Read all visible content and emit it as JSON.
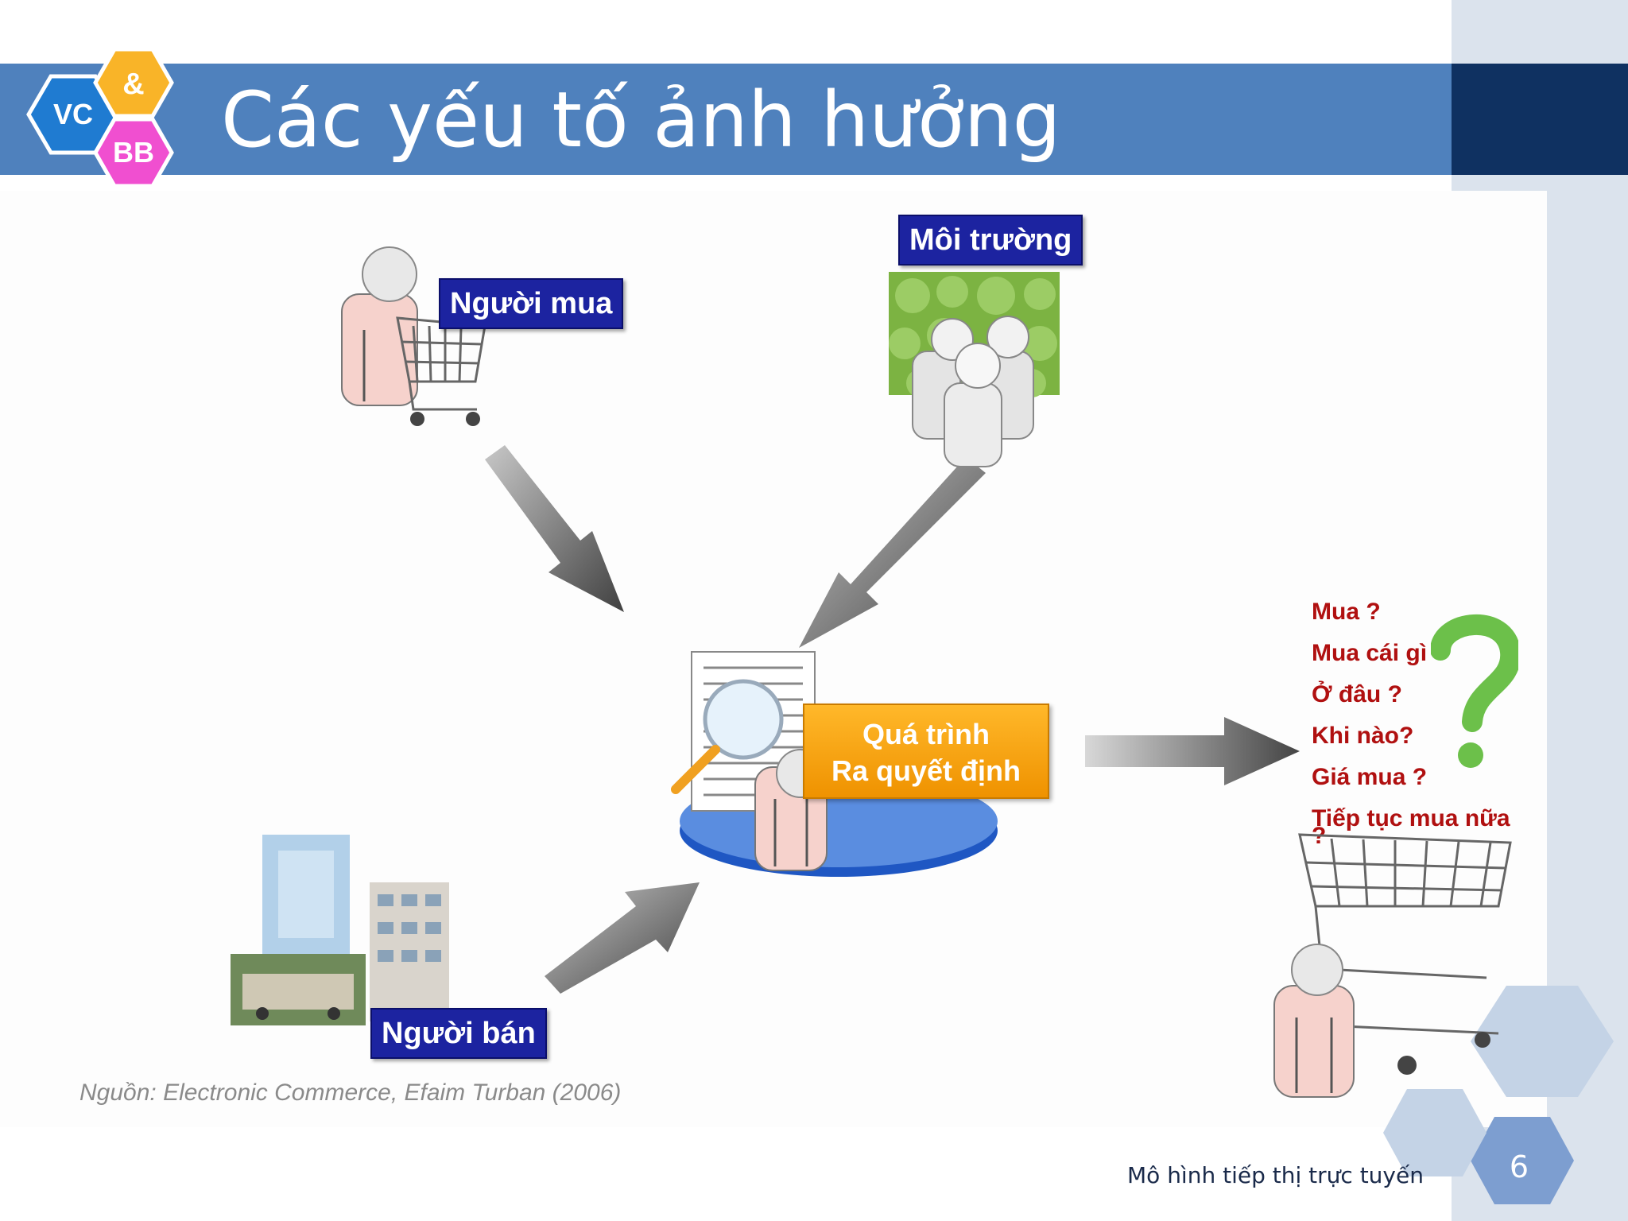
{
  "slide": {
    "title": "Các yếu tố ảnh hưởng",
    "logo": {
      "top": "&",
      "left": "VC",
      "bottom": "BB"
    },
    "labels": {
      "buyer": "Người mua",
      "environment": "Môi trường",
      "seller": "Người bán",
      "decision_line1": "Quá trình",
      "decision_line2": "Ra quyết định"
    },
    "questions": [
      "Mua ?",
      "Mua cái gì",
      "Ở đâu ?",
      "Khi nào?",
      "Giá mua ?",
      "Tiếp tục mua nữa",
      "?"
    ],
    "source": "Nguồn: Electronic Commerce, Efaim Turban (2006)",
    "footer": "Mô hình tiếp thị trực tuyến",
    "page_number": "6"
  },
  "colors": {
    "title_bar": "#4f81bd",
    "title_dark": "#0f3161",
    "label_box": "#1c23a0",
    "decision_box": "#f5a000",
    "question_text": "#b01010",
    "question_mark": "#6cc04a"
  }
}
